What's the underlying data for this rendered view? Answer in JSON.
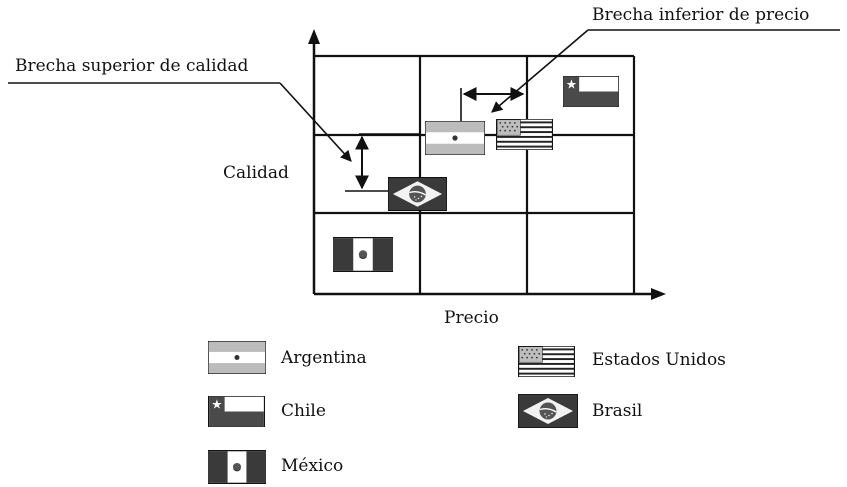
{
  "annotations": {
    "upper_quality_gap": "Brecha superior de calidad",
    "lower_price_gap": "Brecha inferior de precio"
  },
  "axes": {
    "y_label": "Calidad",
    "x_label": "Precio"
  },
  "legend": [
    {
      "country": "Argentina",
      "flag": "argentina-flag"
    },
    {
      "country": "Estados Unidos",
      "flag": "usa-flag"
    },
    {
      "country": "Chile",
      "flag": "chile-flag"
    },
    {
      "country": "Brasil",
      "flag": "brazil-flag"
    },
    {
      "country": "México",
      "flag": "mexico-flag"
    }
  ]
}
